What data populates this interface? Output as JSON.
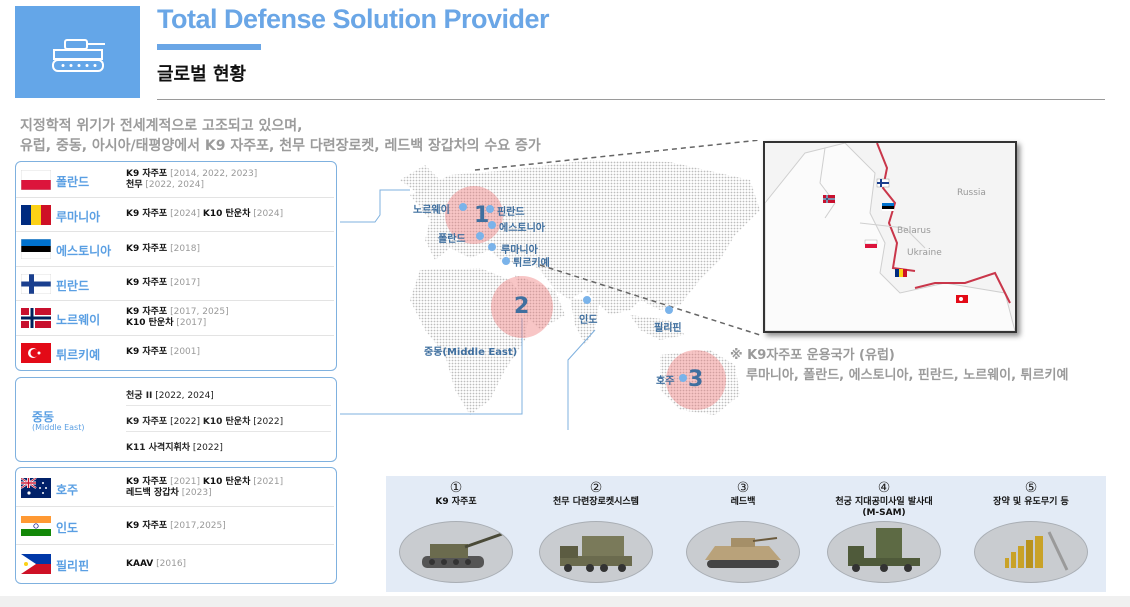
{
  "header": {
    "title": "Total Defense Solution Provider",
    "subtitle": "글로벌 현황",
    "icon": "tank-icon"
  },
  "intro": [
    "지정학적 위기가 전세계적으로 고조되고 있으며,",
    "유럽, 중동, 아시아/태평양에서 K9 자주포, 천무 다련장로켓, 레드백 장갑차의 수요 증가"
  ],
  "europe": [
    {
      "name": "폴란드",
      "flag": "poland",
      "lines": [
        [
          {
            "t": "K9 자주포",
            "c": "b"
          },
          {
            "t": " [2014, 2022, 2023]",
            "c": "yr"
          }
        ],
        [
          {
            "t": "천무",
            "c": "b"
          },
          {
            "t": "          [2022, 2024]",
            "c": "yr"
          }
        ]
      ]
    },
    {
      "name": "루마니아",
      "flag": "romania",
      "lines": [
        [
          {
            "t": "K9 자주포",
            "c": "b"
          },
          {
            "t": " [2024]  ",
            "c": "yr"
          },
          {
            "t": "K10 탄운차",
            "c": "b"
          },
          {
            "t": " [2024]",
            "c": "yr"
          }
        ]
      ]
    },
    {
      "name": "에스토니아",
      "flag": "estonia",
      "lines": [
        [
          {
            "t": "K9 자주포",
            "c": "b"
          },
          {
            "t": " [2018]",
            "c": "yr"
          }
        ]
      ]
    },
    {
      "name": "핀란드",
      "flag": "finland",
      "lines": [
        [
          {
            "t": "K9 자주포",
            "c": "b"
          },
          {
            "t": " [2017]",
            "c": "yr"
          }
        ]
      ]
    },
    {
      "name": "노르웨이",
      "flag": "norway",
      "lines": [
        [
          {
            "t": "K9 자주포",
            "c": "b"
          },
          {
            "t": " [2017, 2025]",
            "c": "yr"
          }
        ],
        [
          {
            "t": "K10 탄운차",
            "c": "b"
          },
          {
            "t": " [2017]",
            "c": "yr"
          }
        ]
      ]
    },
    {
      "name": "튀르키예",
      "flag": "turkey",
      "lines": [
        [
          {
            "t": "K9 자주포",
            "c": "b"
          },
          {
            "t": " [2001]",
            "c": "yr"
          }
        ]
      ]
    }
  ],
  "middle_east": {
    "name": "중동",
    "name_en": "(Middle East)",
    "rows": [
      [
        {
          "t": "천궁 II",
          "c": "b"
        },
        {
          "t": " [2022, 2024]",
          "c": "yr"
        }
      ],
      [
        {
          "t": "K9 자주포",
          "c": "b"
        },
        {
          "t": " [2022]  ",
          "c": "yr"
        },
        {
          "t": "K10 탄운차",
          "c": "b"
        },
        {
          "t": " [2022]",
          "c": "yr"
        }
      ],
      [
        {
          "t": "K11 사격지휘차",
          "c": "b"
        },
        {
          "t": " [2022]",
          "c": "yr"
        }
      ]
    ]
  },
  "asia": [
    {
      "name": "호주",
      "flag": "australia",
      "lines": [
        [
          {
            "t": "K9 자주포",
            "c": "b"
          },
          {
            "t": " [2021]  ",
            "c": "yr"
          },
          {
            "t": "K10 탄운차",
            "c": "b"
          },
          {
            "t": " [2021]",
            "c": "yr"
          }
        ],
        [
          {
            "t": "레드백 장갑차",
            "c": "b"
          },
          {
            "t": " [2023]",
            "c": "yr"
          }
        ]
      ]
    },
    {
      "name": "인도",
      "flag": "india",
      "lines": [
        [
          {
            "t": "K9 자주포",
            "c": "b"
          },
          {
            "t": " [2017,2025]",
            "c": "yr"
          }
        ]
      ]
    },
    {
      "name": "필리핀",
      "flag": "philippines",
      "lines": [
        [
          {
            "t": "KAAV",
            "c": "b"
          },
          {
            "t": " [2016]",
            "c": "yr"
          }
        ]
      ]
    }
  ],
  "map": {
    "labels": {
      "norway": "노르웨이",
      "finland": "핀란드",
      "estonia": "에스토니아",
      "poland": "폴란드",
      "romania": "루마니아",
      "turkey": "튀르키예",
      "india": "인도",
      "philippines": "필리핀",
      "middle_east": "중동(Middle East)",
      "australia": "호주"
    },
    "bubbles": [
      "1",
      "2",
      "3"
    ],
    "inset_labels": {
      "russia": "Russia",
      "belarus": "Belarus",
      "ukraine": "Ukraine"
    }
  },
  "note": {
    "line1": "※ K9자주포 운용국가 (유럽)",
    "line2": "루마니아, 폴란드, 에스토니아, 핀란드, 노르웨이, 튀르키예"
  },
  "products": [
    {
      "num": "①",
      "name": "K9 자주포",
      "icon": "howitzer-icon"
    },
    {
      "num": "②",
      "name": "천무 다련장로켓시스템",
      "icon": "rocket-launcher-icon"
    },
    {
      "num": "③",
      "name": "레드백",
      "icon": "ifv-icon"
    },
    {
      "num": "④",
      "name": "천궁 지대공미사일 발사대\n(M-SAM)",
      "icon": "missile-launcher-icon"
    },
    {
      "num": "⑤",
      "name": "장약 및 유도무기 등",
      "icon": "ammunition-icon"
    }
  ],
  "colors": {
    "accent": "#6aa6e6",
    "border": "#7fb1df",
    "country": "#5a9fe3",
    "bubble": "#ef7878"
  }
}
